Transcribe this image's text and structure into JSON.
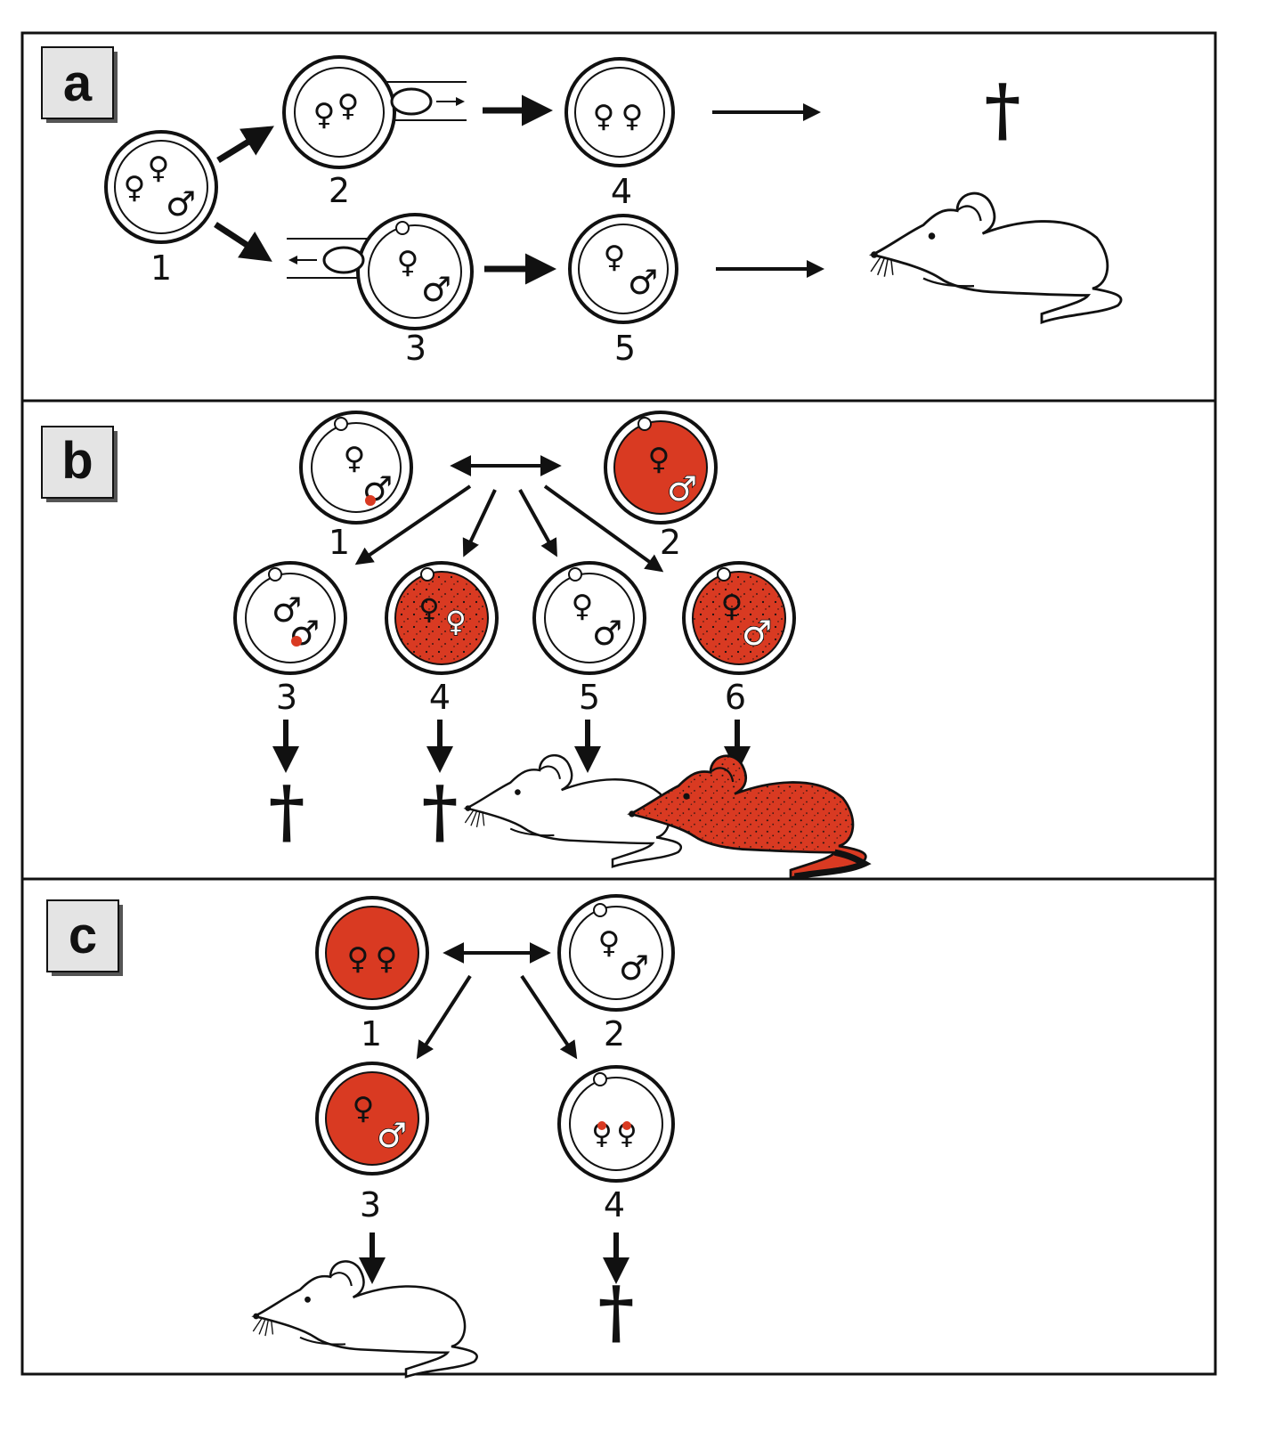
{
  "panel_a": {
    "label": "a",
    "egg_numbers": [
      "1",
      "2",
      "3",
      "4",
      "5"
    ],
    "female_symbol": "♀",
    "male_symbol": "♂",
    "result_dead": "†",
    "result_live": "mouse-icon"
  },
  "panel_b": {
    "label": "b",
    "egg_numbers": [
      "1",
      "2",
      "3",
      "4",
      "5",
      "6"
    ],
    "results": [
      "†",
      "†",
      "mouse-icon",
      "mouse-icon"
    ],
    "accent_color": "#d93a22"
  },
  "panel_c": {
    "label": "c",
    "egg_numbers": [
      "1",
      "2",
      "3",
      "4"
    ],
    "results": [
      "mouse-icon",
      "†"
    ],
    "accent_color": "#d93a22"
  }
}
